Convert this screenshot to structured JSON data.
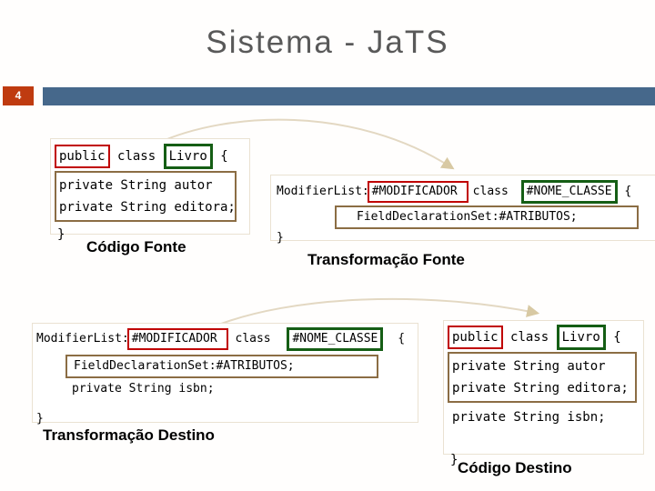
{
  "slide": {
    "title": "Sistema - JaTS",
    "page_number": "4"
  },
  "colors": {
    "accent_bar_blue": "#46688B",
    "page_number_orange": "#BF3B10",
    "title_gray": "#595959",
    "highlight_red": "#C00000",
    "highlight_green": "#155E15",
    "highlight_brown": "#8B6D44",
    "arrow_beige": "#E3D8C2"
  },
  "panels": {
    "codigo_fonte": {
      "label": "Código Fonte",
      "line1": {
        "modifier": "public",
        "keyword_class": "class",
        "class_name": "Livro",
        "open_brace": "{"
      },
      "attributes": [
        "private String autor",
        "private String editora;"
      ],
      "close_brace": "}"
    },
    "transformacao_fonte": {
      "label": "Transformação Fonte",
      "line1": {
        "modifier_list": "ModifierList:",
        "modificador": "#MODIFICADOR",
        "keyword_class": "class",
        "nome_classe": "#NOME_CLASSE",
        "open_brace": "{"
      },
      "field_declaration": "FieldDeclarationSet:#ATRIBUTOS;",
      "close_brace": "}"
    },
    "transformacao_destino": {
      "label": "Transformação Destino",
      "line1": {
        "modifier_list": "ModifierList:",
        "modificador": "#MODIFICADOR",
        "keyword_class": "class",
        "nome_classe": "#NOME_CLASSE",
        "open_brace": "{"
      },
      "field_declaration": "FieldDeclarationSet:#ATRIBUTOS;",
      "isbn_line": "private String isbn;",
      "close_brace": "}"
    },
    "codigo_destino": {
      "label": "Código Destino",
      "line1": {
        "modifier": "public",
        "keyword_class": "class",
        "class_name": "Livro",
        "open_brace": "{"
      },
      "attributes": [
        "private String autor",
        "private String editora;"
      ],
      "isbn_line": "private String isbn;",
      "close_brace": "}"
    }
  }
}
